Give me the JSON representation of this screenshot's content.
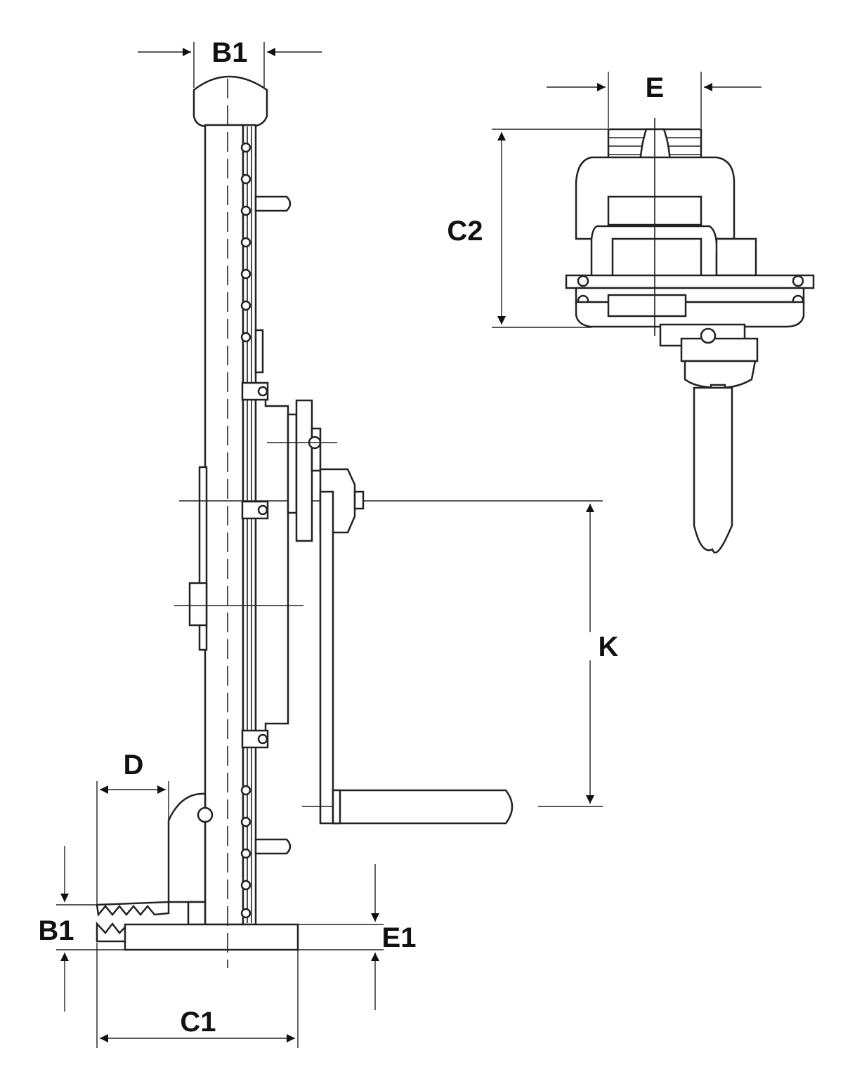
{
  "labels": {
    "b1_top": "B1",
    "e_top": "E",
    "c2": "C2",
    "k": "K",
    "d": "D",
    "b1_bottom": "B1",
    "e1": "E1",
    "c1": "C1"
  }
}
